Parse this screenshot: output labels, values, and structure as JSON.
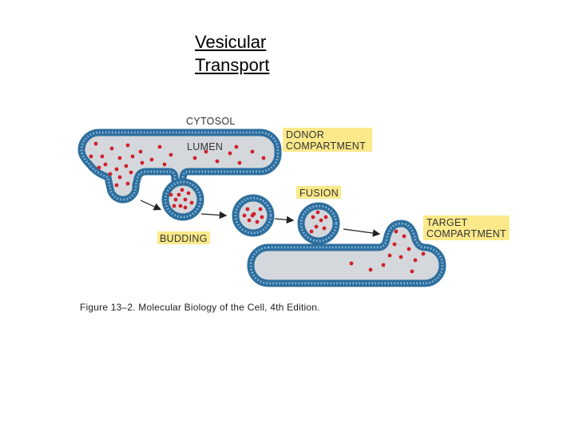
{
  "title": {
    "line1": "Vesicular",
    "line2": "Transport"
  },
  "labels": {
    "cytosol": "CYTOSOL",
    "lumen": "LUMEN",
    "donor_line1": "DONOR",
    "donor_line2": "COMPARTMENT",
    "fusion": "FUSION",
    "target_line1": "TARGET",
    "target_line2": "COMPARTMENT",
    "budding": "BUDDING"
  },
  "caption": "Figure 13–2. Molecular Biology of the Cell, 4th Edition.",
  "colors": {
    "membrane": "#2f6f9e",
    "membrane_light": "#8fc3e3",
    "lumen": "#d4d8dc",
    "cargo": "#d0202a",
    "label_box": "#fbe98a"
  }
}
